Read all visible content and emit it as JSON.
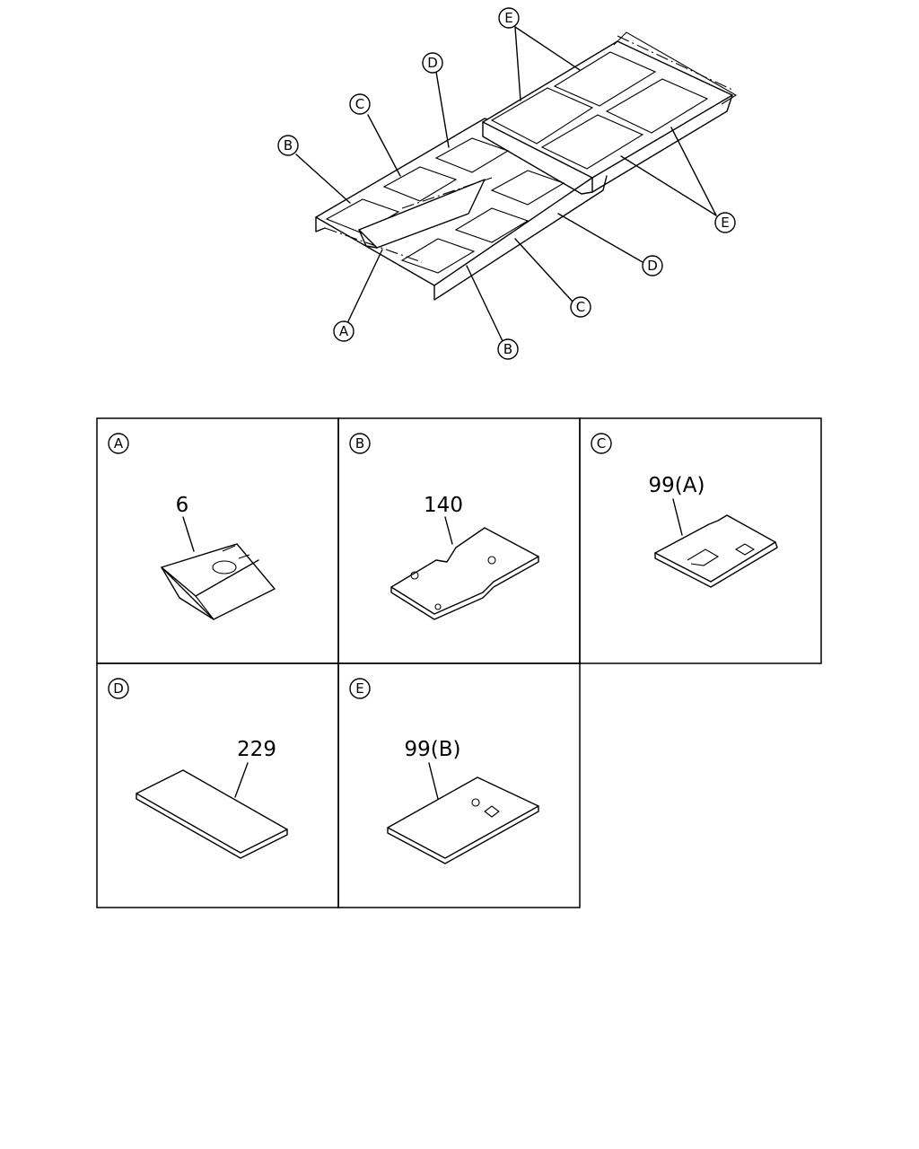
{
  "overview_callouts": [
    "E",
    "D",
    "C",
    "B",
    "E",
    "D",
    "C",
    "A",
    "B"
  ],
  "panels": [
    {
      "letter": "A",
      "part_number": "6"
    },
    {
      "letter": "B",
      "part_number": "140"
    },
    {
      "letter": "C",
      "part_number": "99(A)"
    },
    {
      "letter": "D",
      "part_number": "229"
    },
    {
      "letter": "E",
      "part_number": "99(B)"
    }
  ]
}
